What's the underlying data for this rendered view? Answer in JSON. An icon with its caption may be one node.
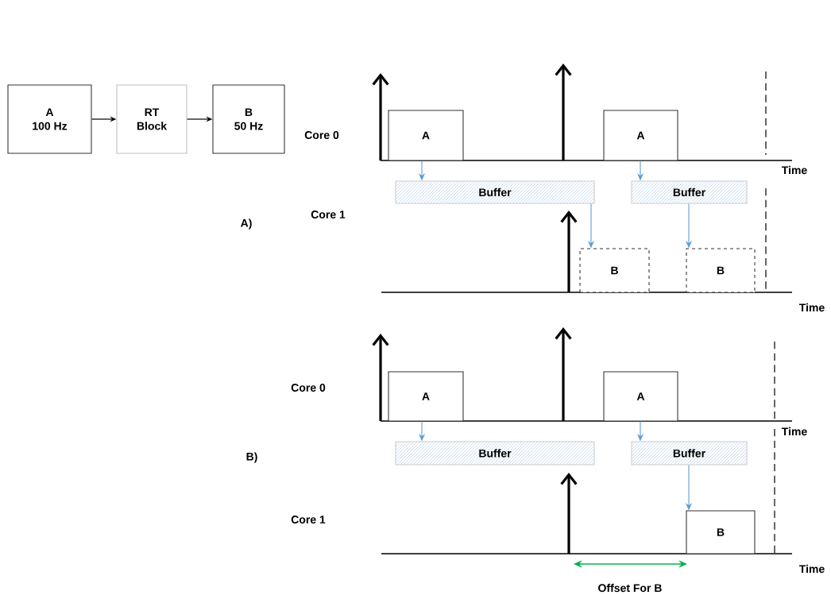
{
  "diagram": {
    "nodes": [
      {
        "text": [
          "A",
          "100 Hz"
        ]
      },
      {
        "text": [
          "RT",
          "Block"
        ]
      },
      {
        "text": [
          "B",
          "50 Hz"
        ]
      },
      {
        "text": [
          "A"
        ]
      },
      {
        "text": [
          "A"
        ]
      },
      {
        "text": [
          "Buffer"
        ]
      },
      {
        "text": [
          "Buffer"
        ]
      },
      {
        "text": [
          "B"
        ]
      },
      {
        "text": [
          "B"
        ]
      },
      {
        "text": [
          "A"
        ]
      },
      {
        "text": [
          "A"
        ]
      },
      {
        "text": [
          "Buffer"
        ]
      },
      {
        "text": [
          "Buffer"
        ]
      },
      {
        "text": [
          "B"
        ]
      }
    ],
    "edges": [
      {
        "from": 0,
        "to": 1,
        "arrow": "to",
        "color": "#000000"
      },
      {
        "from": 1,
        "to": 2,
        "arrow": "to",
        "color": "#000000"
      },
      {
        "from": 3,
        "to": 5,
        "arrow": "to"
      },
      {
        "from": 4,
        "to": 6,
        "arrow": "to"
      },
      {
        "from": 5,
        "to": 7,
        "arrow": "to"
      },
      {
        "from": 6,
        "to": 8,
        "arrow": "to"
      },
      {
        "from": 9,
        "to": 11,
        "arrow": "to"
      },
      {
        "from": 10,
        "to": 12,
        "arrow": "to"
      },
      {
        "from": 12,
        "to": 13,
        "arrow": "to"
      }
    ],
    "labels": [
      "Core 0",
      "Time",
      "Core 1",
      "A)",
      "Time",
      "Core 0",
      "Time",
      "B)",
      "Core 1",
      "Time",
      "Offset For B"
    ]
  }
}
